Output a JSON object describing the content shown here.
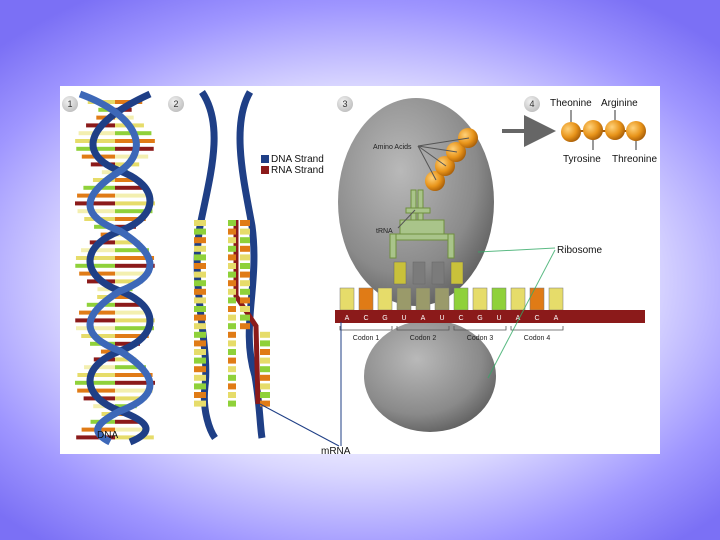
{
  "steps": [
    "1",
    "2",
    "3",
    "4"
  ],
  "legend": {
    "dna_strand": "DNA Strand",
    "rna_strand": "RNA Strand"
  },
  "labels": {
    "dna": "DNA",
    "mrna": "mRNA",
    "ribosome": "Ribosome",
    "trna": "tRNA",
    "amino_acids": "Amino Acids"
  },
  "bases": [
    "A",
    "C",
    "G",
    "U",
    "A",
    "U",
    "C",
    "G",
    "U",
    "A",
    "C",
    "A"
  ],
  "codons": [
    "Codon 1",
    "Codon 2",
    "Codon 3",
    "Codon 4"
  ],
  "amino_acids": {
    "top": [
      "Theonine",
      "Arginine"
    ],
    "bottom": [
      "Tyrosine",
      "Threonine"
    ]
  },
  "colors": {
    "dna_strand": "#1f3f86",
    "rna_strand": "#8b1a1a",
    "ribosome": "#8a8a8a",
    "amino_acid": "#e8941a",
    "base_yellow": "#e6dc6a",
    "base_green": "#8fd13a",
    "base_orange": "#e07b16"
  }
}
